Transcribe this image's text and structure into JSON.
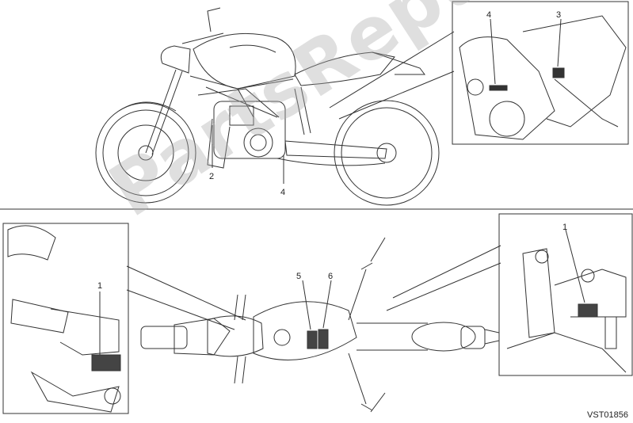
{
  "watermark": "PartsRepublik",
  "diagram_code": "VST01856",
  "callouts": {
    "top_inset_4": "4",
    "top_inset_3": "3",
    "side_2": "2",
    "side_4": "4",
    "bottom_left_1": "1",
    "top_view_5": "5",
    "top_view_6": "6",
    "bottom_right_1": "1"
  }
}
